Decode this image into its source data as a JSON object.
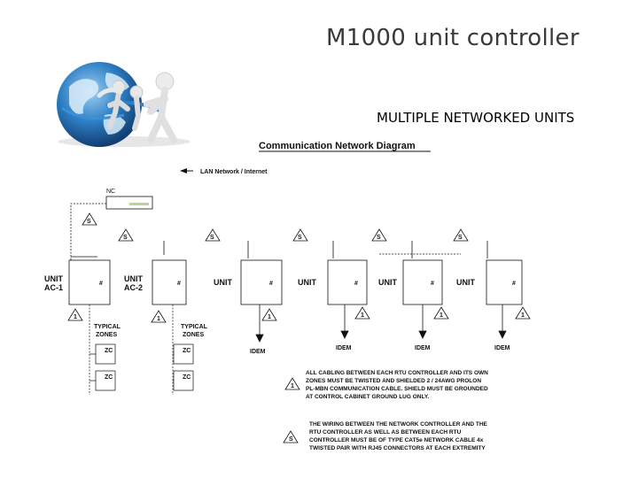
{
  "slide": {
    "title": "M1000 unit controller",
    "subtitle": "MULTIPLE NETWORKED UNITS"
  },
  "diagram": {
    "heading": "Communication Network Diagram",
    "network_label": "LAN Network / Internet",
    "nc_label": "NC",
    "tag_s": "S",
    "tag_1": "1",
    "units": [
      "UNIT",
      "UNIT",
      "UNIT",
      "UNIT",
      "UNIT",
      "UNIT"
    ],
    "unit_ids": [
      "AC-1",
      "AC-2"
    ],
    "zones_label_1": "TYPICAL",
    "zones_label_2": "ZONES",
    "zc_label": "ZC",
    "idem_label": "IDEM",
    "note_1": [
      "ALL CABLING BETWEEN EACH RTU CONTROLLER AND ITS OWN",
      "ZONES MUST BE TWISTED AND SHIELDED 2 / 24AWG PROLON",
      "PL-MBN COMMUNICATION CABLE. SHIELD MUST BE GROUNDED",
      "AT CONTROL CABINET GROUND LUG ONLY."
    ],
    "note_s": [
      "THE WIRING BETWEEN THE NETWORK CONTROLLER AND THE",
      "RTU CONTROLLER AS WELL AS BETWEEN EACH RTU",
      "CONTROLLER MUST BE OF TYPE CAT5e NETWORK CABLE 4x",
      "TWISTED PAIR WITH RJ45 CONNECTORS AT EACH EXTREMITY"
    ]
  },
  "illustration": {
    "name": "globe-with-network-figures"
  }
}
